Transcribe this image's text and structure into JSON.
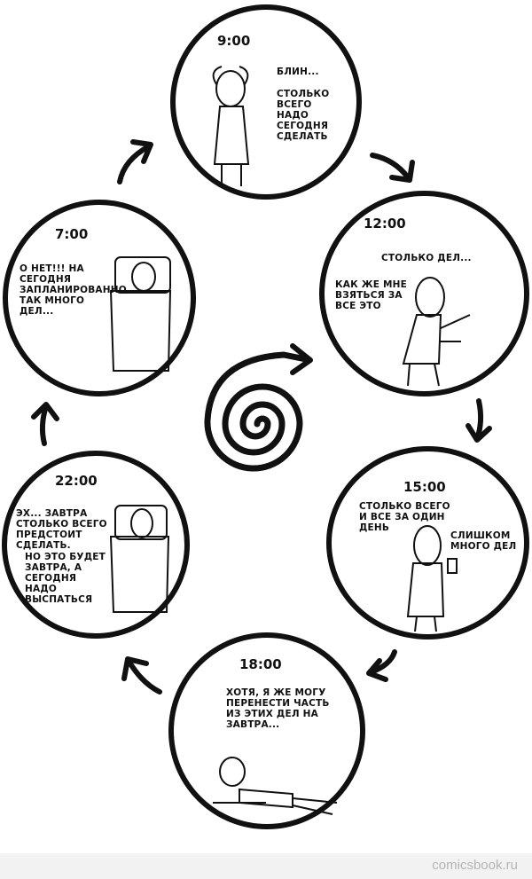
{
  "panels": [
    {
      "time": "9:00",
      "lines": [
        "Блин...",
        "Столько всего надо сегодня сделать"
      ]
    },
    {
      "time": "12:00",
      "lines": [
        "Столько дел...",
        "Как же мне взяться за все это"
      ]
    },
    {
      "time": "15:00",
      "lines": [
        "Столько всего и все за один день",
        "Слишком много дел"
      ]
    },
    {
      "time": "18:00",
      "lines": [
        "Хотя, я же могу перенести часть из этих дел на завтра..."
      ]
    },
    {
      "time": "22:00",
      "lines": [
        "Эх... завтра столько всего предстоит сделать.",
        "Но это будет завтра, а сегодня надо выспаться"
      ]
    },
    {
      "time": "7:00",
      "lines": [
        "О нет!!! На сегодня запланированно так много дел..."
      ]
    }
  ],
  "footer": {
    "watermark": "comicsbook.ru"
  }
}
